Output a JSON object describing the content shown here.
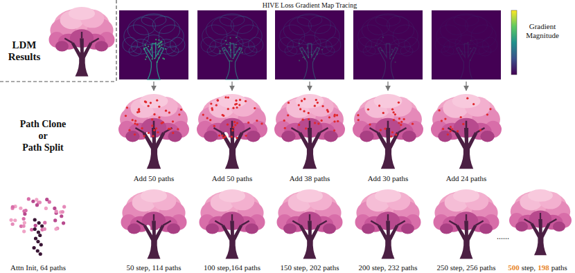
{
  "diagram": {
    "labels": [
      "HIVE Loss Gradient Map Tracing",
      "LDM Results",
      "Gradient Magnitude",
      "Path Clone",
      "or",
      "Path Split",
      "Add 50 paths",
      "Add 50 paths",
      "Add 38 paths",
      "Add 30 paths",
      "Add 24 paths",
      "Attn Init, 64 paths",
      "50 step, 114 paths",
      "100 step,164 paths",
      "150 step, 202 paths",
      "200 step, 232 paths",
      "250 step, 256 paths",
      "......",
      "500",
      "step,",
      "198",
      "paths"
    ]
  }
}
